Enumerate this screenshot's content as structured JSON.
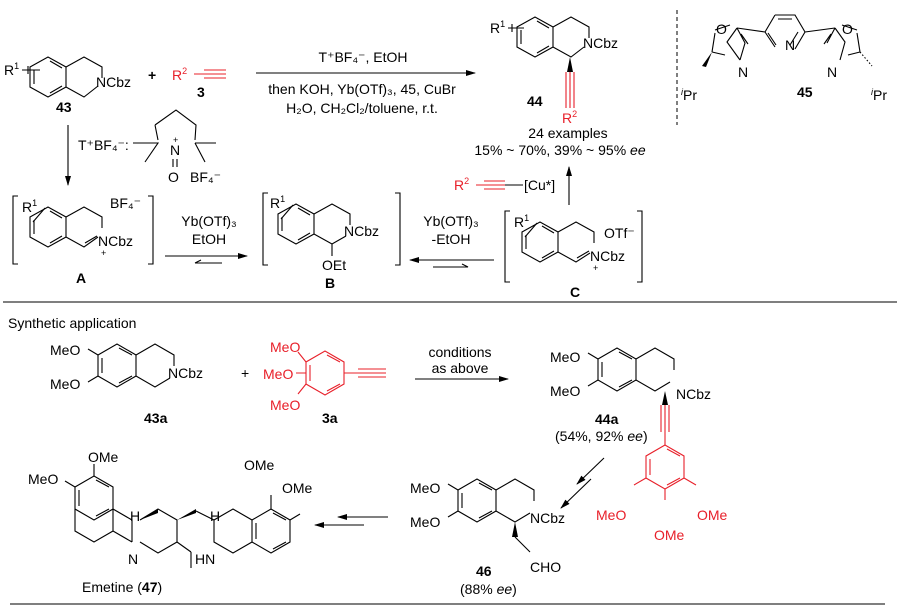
{
  "figure": {
    "top_scheme": {
      "reactant_43": {
        "label": "43",
        "r_group": "R",
        "r_sup": "1",
        "n_group": "NCbz"
      },
      "plus": "+",
      "reactant_3": {
        "label": "3",
        "r_group": "R",
        "r_sup": "2"
      },
      "conditions_above": "T⁺BF₄⁻, EtOH",
      "conditions_below_1": "then KOH, Yb(OTf)₃, 45, CuBr",
      "conditions_below_2": "H₂O, CH₂Cl₂/toluene, r.t.",
      "product_44": {
        "label": "44",
        "n_group": "NCbz",
        "r1": "R",
        "r1_sup": "1",
        "r2": "R",
        "r2_sup": "2"
      },
      "scope": "24 examples",
      "yields": "15% ~ 70%, 39% ~ 95%",
      "ee_suffix": "ee",
      "ligand_45": {
        "label": "45",
        "ipr_left": "Pr",
        "ipr_right": "Pr",
        "i_prefix": "i",
        "o": "O",
        "n": "N"
      },
      "oxidant": {
        "label": "T⁺BF₄⁻:",
        "n_plus": "N",
        "o": "O",
        "counterion": "BF₄⁻"
      }
    },
    "mechanism": {
      "intermediate_A": {
        "label": "A",
        "counterion": "BF₄⁻",
        "n_group": "NCbz",
        "r": "R",
        "r_sup": "1"
      },
      "step_AB": {
        "line1": "Yb(OTf)₃",
        "line2": "EtOH"
      },
      "intermediate_B": {
        "label": "B",
        "n_group": "NCbz",
        "oet": "OEt",
        "r": "R",
        "r_sup": "1"
      },
      "step_BC": {
        "line1": "Yb(OTf)₃",
        "line2": "-EtOH"
      },
      "intermediate_C": {
        "label": "C",
        "counterion": "OTf⁻",
        "n_group": "NCbz",
        "r": "R",
        "r_sup": "1"
      },
      "copper_acetylide": {
        "r": "R",
        "r_sup": "2",
        "cu": "[Cu*]"
      }
    },
    "application": {
      "section_title": "Synthetic application",
      "reactant_43a": {
        "label": "43a",
        "meo1": "MeO",
        "meo2": "MeO",
        "n_group": "NCbz"
      },
      "reactant_3a": {
        "label": "3a",
        "meo1": "MeO",
        "meo2": "MeO",
        "meo3": "MeO"
      },
      "conditions_1": "conditions",
      "conditions_2": "as above",
      "product_44a": {
        "label": "44a",
        "result": "(54%, 92% ",
        "ee": "ee",
        "close": ")",
        "meo1": "MeO",
        "meo2": "MeO",
        "n_group": "NCbz",
        "aryl_meo": "MeO",
        "aryl_ome1": "OMe",
        "aryl_ome2": "OMe"
      },
      "product_46": {
        "label": "46",
        "result": "(88% ",
        "ee": "ee",
        "close": ")",
        "meo1": "MeO",
        "meo2": "MeO",
        "n_group": "NCbz",
        "cho": "CHO"
      },
      "emetine": {
        "name": "Emetine (",
        "label": "47",
        "close": ")",
        "ome1": "OMe",
        "meo": "MeO",
        "ome2": "OMe",
        "ome3": "OMe",
        "h": "H",
        "n": "N",
        "hn": "HN"
      }
    }
  }
}
